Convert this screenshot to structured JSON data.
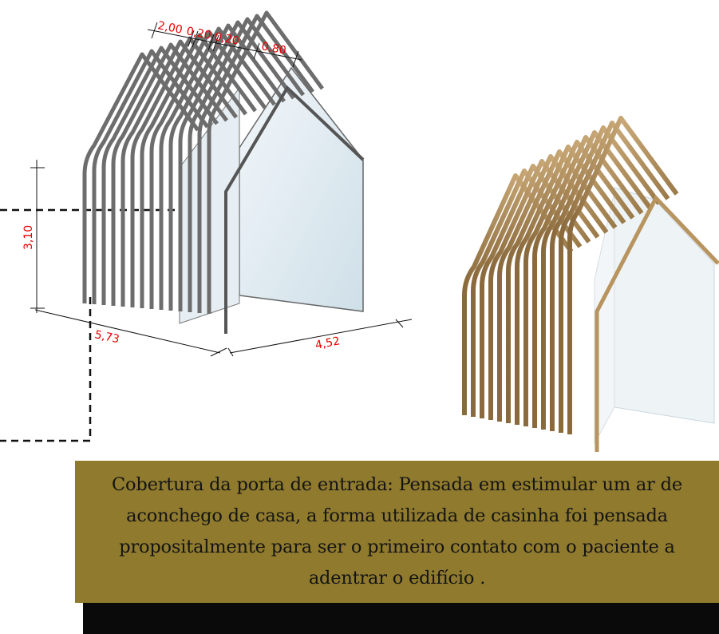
{
  "dimensions": {
    "top": [
      "2,00",
      "0,20",
      "0,20",
      "0,80"
    ],
    "height": "3,10",
    "length": "5,73",
    "width": "4,52"
  },
  "caption": "Cobertura da porta de entrada: Pensada em estimular um ar de aconchego de casa, a forma utilizada de casinha foi pensada propositalmente para ser o primeiro contato com o paciente a adentrar o edifício .",
  "colors": {
    "dimension_red": "#e60000",
    "caption_bg": "#8f7a2e",
    "wood": "#b08a57",
    "glass": "#dbe8ef"
  }
}
